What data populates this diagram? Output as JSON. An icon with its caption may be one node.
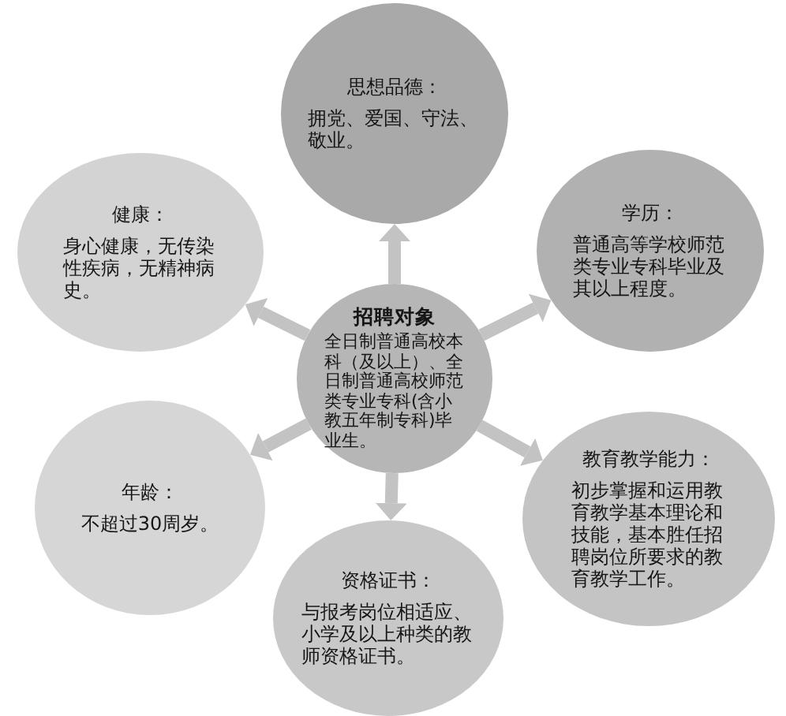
{
  "diagram": {
    "nodes": [
      {
        "text": [
          "思想品德：",
          "拥党、爱国、守法、敬业。"
        ]
      },
      {
        "text": [
          "健康：",
          "身心健康，无传染性疾病，无精神病史。"
        ]
      },
      {
        "text": [
          "学历：",
          "普通高等学校师范类专业专科毕业及其以上程度。"
        ]
      },
      {
        "text": [
          "招聘对象",
          "全日制普通高校本科（及以上）、全日制普通高校师范类专业专科(含小教五年制专科)毕业生。"
        ]
      },
      {
        "text": [
          "年龄：",
          "不超过30周岁。"
        ]
      },
      {
        "text": [
          "教育教学能力：",
          "初步掌握和运用教育教学基本理论和技能，基本胜任招聘岗位所要求的教育教学工作。"
        ]
      },
      {
        "text": [
          "资格证书：",
          "与报考岗位相适应、小学及以上种类的教师资格证书。"
        ]
      }
    ],
    "edges": [
      {
        "from": 3,
        "to": 0,
        "arrow": "to"
      },
      {
        "from": 3,
        "to": 2,
        "arrow": "to"
      },
      {
        "from": 3,
        "to": 5,
        "arrow": "to"
      },
      {
        "from": 3,
        "to": 6,
        "arrow": "to"
      },
      {
        "from": 3,
        "to": 4,
        "arrow": "to"
      },
      {
        "from": 3,
        "to": 1,
        "arrow": "to"
      }
    ]
  }
}
